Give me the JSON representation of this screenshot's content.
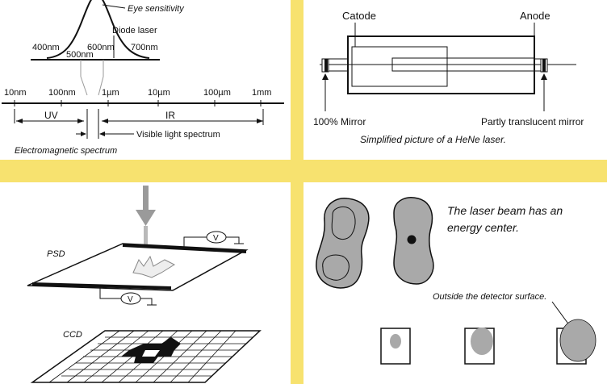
{
  "spectrum": {
    "eye_sensitivity": "Eye sensitivity",
    "diode_laser": "Diode laser",
    "peak_labels": [
      "400nm",
      "500nm",
      "600nm",
      "700nm"
    ],
    "scale_labels": [
      "10nm",
      "100nm",
      "1µm",
      "10µm",
      "100µm",
      "1mm"
    ],
    "uv": "UV",
    "ir": "IR",
    "visible": "Visible light spectrum",
    "caption": "Electromagnetic spectrum"
  },
  "laser": {
    "catode": "Catode",
    "anode": "Anode",
    "mirror_left": "100% Mirror",
    "mirror_right": "Partly translucent mirror",
    "caption": "Simplified picture of a HeNe laser."
  },
  "detectors": {
    "psd": "PSD",
    "ccd": "CCD",
    "volt_symbol": "V"
  },
  "beam": {
    "energy_text": [
      "The laser beam has an",
      "energy center."
    ],
    "outside_text": "Outside the detector surface."
  },
  "colors": {
    "background": "#f7e26f",
    "panel": "#ffffff",
    "blob_fill": "#a9a9a9",
    "arrow_fill": "#9a9a9a"
  }
}
